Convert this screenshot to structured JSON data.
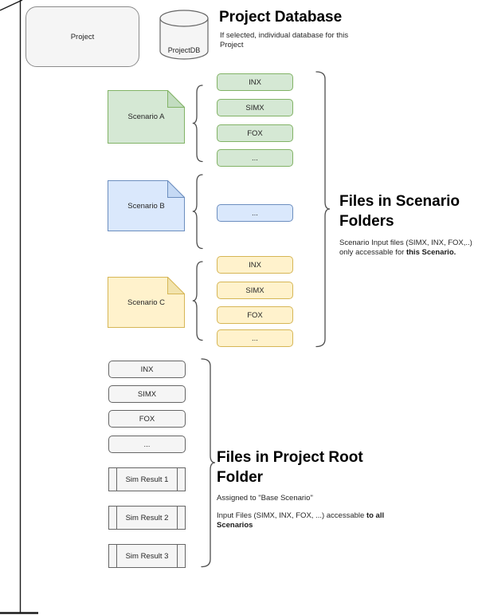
{
  "project": {
    "label": "Project"
  },
  "database": {
    "label": "ProjectDB",
    "title": "Project Database",
    "description": "If selected, individual database for this Project"
  },
  "scenarios": [
    {
      "name": "Scenario A",
      "files": [
        "INX",
        "SIMX",
        "FOX",
        "..."
      ]
    },
    {
      "name": "Scenario B",
      "files": [
        "..."
      ]
    },
    {
      "name": "Scenario C",
      "files": [
        "INX",
        "SIMX",
        "FOX",
        "..."
      ]
    }
  ],
  "scenario_folders": {
    "title_lines": [
      "Files in Scenario",
      "Folders"
    ],
    "note_line1": "Scenario Input files (SIMX, INX, FOX,..)",
    "note_line2_normal": "only accessable for ",
    "note_line2_bold": "this Scenario."
  },
  "project_root": {
    "title_lines": [
      "Files in Project Root",
      "Folder"
    ],
    "note1": "Assigned to \"Base Scenario\"",
    "note2_normal": "Input Files (SIMX, INX, FOX, ...) accessable ",
    "note2_bold": "to all Scenarios",
    "files": [
      "INX",
      "SIMX",
      "FOX",
      "..."
    ],
    "sim_results": [
      "Sim Result 1",
      "Sim Result 2",
      "Sim Result 3"
    ]
  },
  "colors": {
    "green_fill": "#d5e8d4",
    "green_stroke": "#82b366",
    "blue_fill": "#dae8fc",
    "blue_stroke": "#6c8ebf",
    "yellow_fill": "#fff2cc",
    "yellow_stroke": "#d6b656",
    "gray_fill": "#f5f5f5",
    "gray_stroke": "#666666"
  }
}
